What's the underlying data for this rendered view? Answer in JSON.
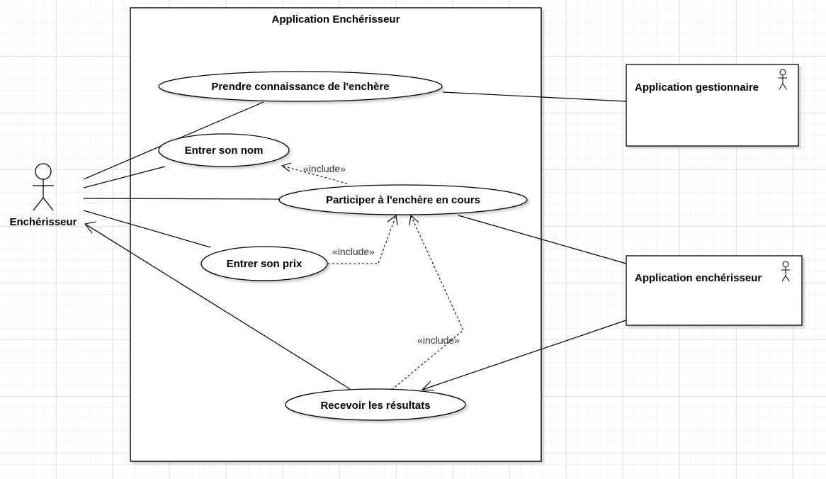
{
  "system": {
    "title": "Application Enchérisseur"
  },
  "actors": {
    "primary": {
      "name": "Enchérisseur",
      "icon": "stick-figure-icon"
    },
    "gestionnaire": {
      "name": "Application gestionnaire",
      "icon": "stick-figure-icon"
    },
    "encherisseur_app": {
      "name": "Application enchérisseur",
      "icon": "stick-figure-icon"
    }
  },
  "use_cases": {
    "prendre": "Prendre connaissance de l'enchère",
    "nom": "Entrer son nom",
    "participer": "Participer à l'enchère en cours",
    "prix": "Entrer son prix",
    "resultats": "Recevoir les résultats"
  },
  "relations": {
    "include_nom": "«include»",
    "include_prix": "«include»",
    "include_resultats": "«include»"
  }
}
